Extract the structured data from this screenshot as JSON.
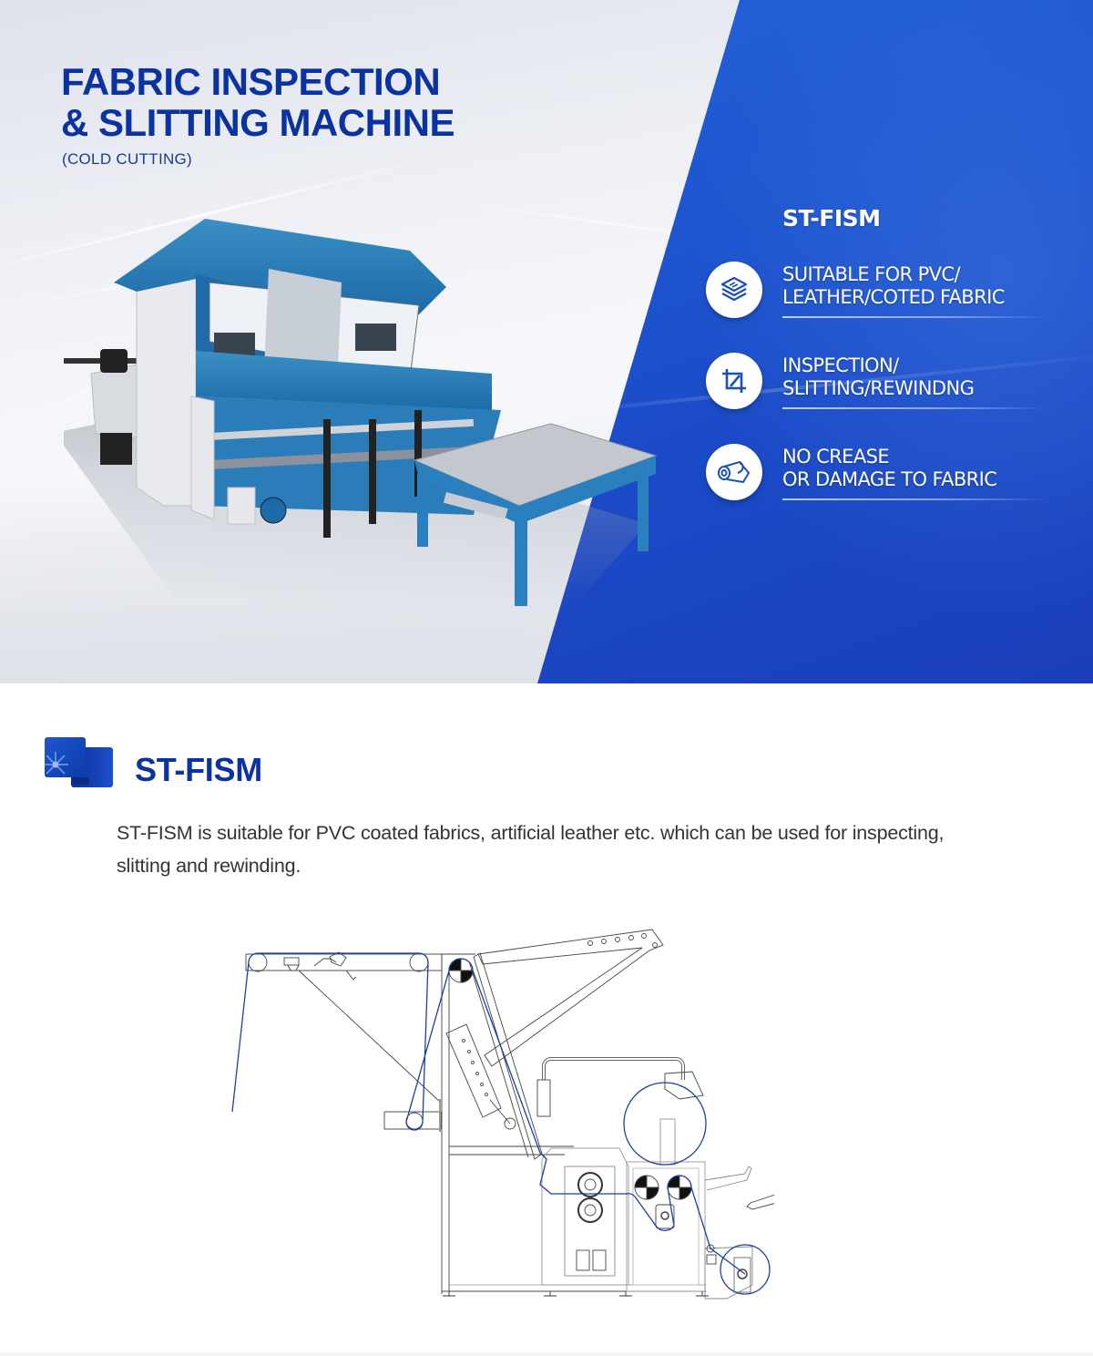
{
  "hero": {
    "title_line1": "FABRIC INSPECTION",
    "title_line2": "& SLITTING MACHINE",
    "subtitle": "(COLD CUTTING)",
    "model": "ST-FISM",
    "features": [
      {
        "icon": "fabric-layers-icon",
        "line1": "SUITABLE FOR PVC/",
        "line2": "LEATHER/COTED FABRIC"
      },
      {
        "icon": "crop-icon",
        "line1": "INSPECTION/",
        "line2": "SLITTING/REWINDNG"
      },
      {
        "icon": "fabric-roll-icon",
        "line1": "NO CREASE",
        "line2": "OR DAMAGE TO FABRIC"
      }
    ],
    "image_alt": "Fabric inspection and slitting machine with blue frame and inspection table"
  },
  "section": {
    "icon": "fabric-sheet-icon",
    "title": "ST-FISM",
    "description": "ST-FISM is suitable for PVC coated fabrics, artificial leather etc. which can be used for inspecting, slitting and rewinding.",
    "diagram_alt": "Side-view line drawing of ST-FISM machine showing fabric path and operator"
  },
  "colors": {
    "brand_blue": "#0a32a0",
    "panel_blue": "#1f5ad2",
    "fabric_path": "#1a3fa8",
    "text_body": "#333333"
  }
}
